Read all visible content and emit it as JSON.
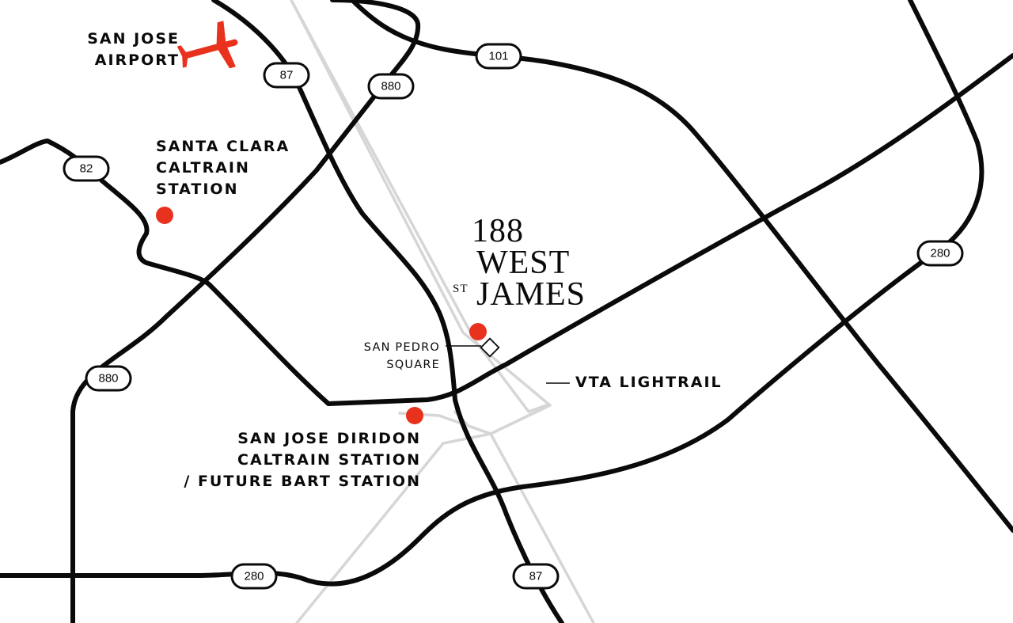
{
  "map": {
    "accent_color": "#e8321e",
    "road_color": "#0a0a0a",
    "rail_color": "#d6d6d6"
  },
  "labels": {
    "airport": [
      "SAN JOSE",
      "AIRPORT"
    ],
    "santa_clara": [
      "SANTA CLARA",
      "CALTRAIN",
      "STATION"
    ],
    "diridon": [
      "SAN JOSE DIRIDON",
      "CALTRAIN STATION",
      "/ FUTURE BART STATION"
    ],
    "san_pedro": [
      "SAN PEDRO",
      "SQUARE"
    ],
    "vta": "VTA LIGHTRAIL"
  },
  "logo": {
    "line1": "188",
    "line2": "WEST",
    "st": "ST",
    "line3": "JAMES"
  },
  "shields": {
    "hwy_87_north": "87",
    "hwy_880_north": "880",
    "hwy_101": "101",
    "hwy_82": "82",
    "hwy_880_west": "880",
    "hwy_280_east": "280",
    "hwy_280_south": "280",
    "hwy_87_south": "87"
  },
  "icons": {
    "airport": "airplane-icon",
    "san_pedro": "diamond-marker-icon",
    "stations": "red-dot-marker-icon"
  }
}
